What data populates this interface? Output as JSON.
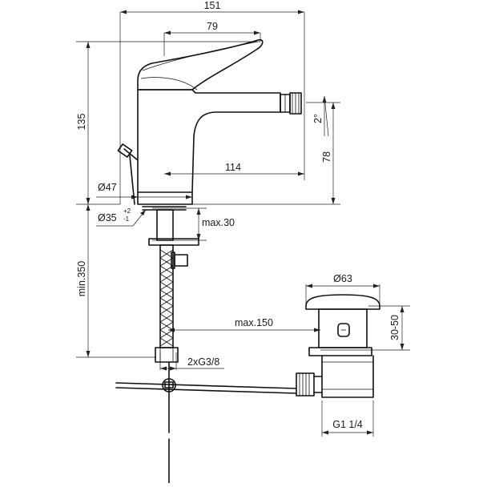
{
  "dimensions": {
    "overall_width": "151",
    "handle_reach": "79",
    "height": "135",
    "spout_reach": "114",
    "spout_height": "78",
    "tilt_angle": "2°",
    "base_diameter": "Ø47",
    "hole_diameter": "Ø35",
    "hole_tol_upper": "+2",
    "hole_tol_lower": "-1",
    "max_thickness": "max.30",
    "hose_length": "min.350",
    "waste_diameter": "Ø63",
    "waste_offset": "max.150",
    "waste_height": "30-50",
    "connection_thread": "2xG3/8",
    "waste_thread": "G1 1/4"
  }
}
